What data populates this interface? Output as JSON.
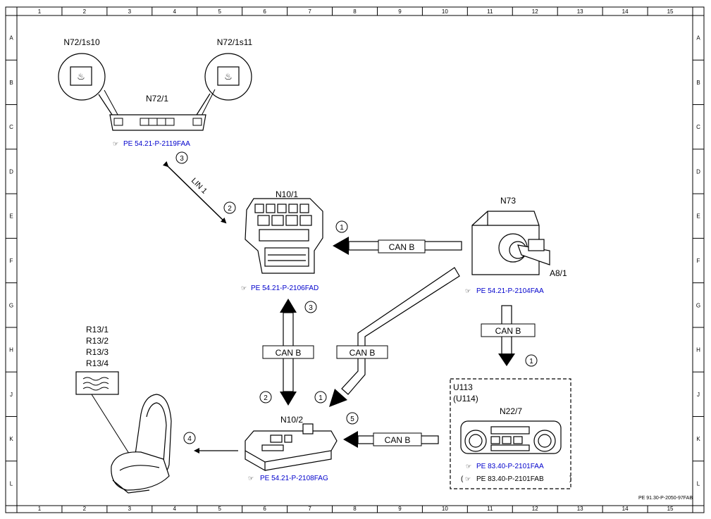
{
  "grid": {
    "columns": [
      "1",
      "2",
      "3",
      "4",
      "5",
      "6",
      "7",
      "8",
      "9",
      "10",
      "11",
      "12",
      "13",
      "14",
      "15"
    ],
    "rows": [
      "A",
      "B",
      "C",
      "D",
      "E",
      "F",
      "G",
      "H",
      "J",
      "K",
      "L"
    ]
  },
  "components": {
    "n72_1s10": "N72/1s10",
    "n72_1s11": "N72/1s11",
    "n72_1": "N72/1",
    "n10_1": "N10/1",
    "n73": "N73",
    "a8_1": "A8/1",
    "n10_2": "N10/2",
    "u113": "U113",
    "u114": "(U114)",
    "n22_7": "N22/7",
    "r13": [
      "R13/1",
      "R13/2",
      "R13/3",
      "R13/4"
    ]
  },
  "references": {
    "n72_1": "PE 54.21-P-2119FAA",
    "n10_1": "PE 54.21-P-2106FAD",
    "n73": "PE 54.21-P-2104FAA",
    "n10_2": "PE 54.21-P-2108FAG",
    "n22_7_a": "PE 83.40-P-2101FAA",
    "n22_7_b": "PE 83.40-P-2101FAB",
    "n22_7_b_open": "(",
    "n22_7_b_close": ")"
  },
  "buses": {
    "lin": "LIN 1",
    "can": "CAN B"
  },
  "step_numbers": {
    "s3_top": "3",
    "s2_lin": "2",
    "s1_n73": "1",
    "s3_mid": "3",
    "s2_mid": "2",
    "s1_diag": "1",
    "s1_right": "1",
    "s5": "5",
    "s4": "4"
  },
  "footer": "PE 91.30-P-2050-97FAB"
}
